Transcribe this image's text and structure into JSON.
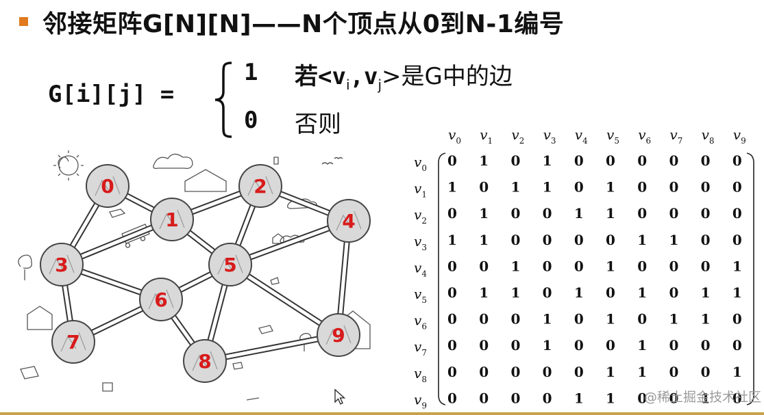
{
  "slide": {
    "title": "邻接矩阵G[N][N]——N个顶点从0到N-1编号",
    "bullet_color": "#e07a1e"
  },
  "formula": {
    "lhs": "G[i][j] =",
    "case1_value": "1",
    "case1_text_pre": "若<v",
    "case1_sub_i": "i",
    "case1_comma": ",v",
    "case1_sub_j": "j",
    "case1_text_post": ">是G中的边",
    "case2_value": "0",
    "case2_text": "否则"
  },
  "graph": {
    "vertex_labels": [
      "0",
      "1",
      "2",
      "3",
      "4",
      "5",
      "6",
      "7",
      "8",
      "9"
    ],
    "label_color": "#d81b1b",
    "edges": [
      [
        0,
        1
      ],
      [
        0,
        3
      ],
      [
        1,
        2
      ],
      [
        1,
        3
      ],
      [
        1,
        5
      ],
      [
        2,
        4
      ],
      [
        2,
        5
      ],
      [
        3,
        6
      ],
      [
        3,
        7
      ],
      [
        4,
        5
      ],
      [
        4,
        9
      ],
      [
        5,
        6
      ],
      [
        5,
        8
      ],
      [
        5,
        9
      ],
      [
        6,
        8
      ],
      [
        6,
        7
      ],
      [
        8,
        9
      ]
    ]
  },
  "matrix": {
    "col_headers": [
      "v0",
      "v1",
      "v2",
      "v3",
      "v4",
      "v5",
      "v6",
      "v7",
      "v8",
      "v9"
    ],
    "row_headers": [
      "v0",
      "v1",
      "v2",
      "v3",
      "v4",
      "v5",
      "v6",
      "v7",
      "v8",
      "v9"
    ],
    "header_base": "v",
    "header_subs": [
      "0",
      "1",
      "2",
      "3",
      "4",
      "5",
      "6",
      "7",
      "8",
      "9"
    ],
    "rows": [
      [
        0,
        1,
        0,
        1,
        0,
        0,
        0,
        0,
        0,
        0
      ],
      [
        1,
        0,
        1,
        1,
        0,
        1,
        0,
        0,
        0,
        0
      ],
      [
        0,
        1,
        0,
        0,
        1,
        1,
        0,
        0,
        0,
        0
      ],
      [
        1,
        1,
        0,
        0,
        0,
        0,
        1,
        1,
        0,
        0
      ],
      [
        0,
        0,
        1,
        0,
        0,
        1,
        0,
        0,
        0,
        1
      ],
      [
        0,
        1,
        1,
        0,
        1,
        0,
        1,
        0,
        1,
        1
      ],
      [
        0,
        0,
        0,
        1,
        0,
        1,
        0,
        1,
        1,
        0
      ],
      [
        0,
        0,
        0,
        1,
        0,
        0,
        1,
        0,
        0,
        0
      ],
      [
        0,
        0,
        0,
        0,
        0,
        1,
        1,
        0,
        0,
        1
      ],
      [
        0,
        0,
        0,
        0,
        1,
        1,
        0,
        0,
        1,
        0
      ]
    ]
  },
  "watermark": "@稀土掘金技术社区"
}
